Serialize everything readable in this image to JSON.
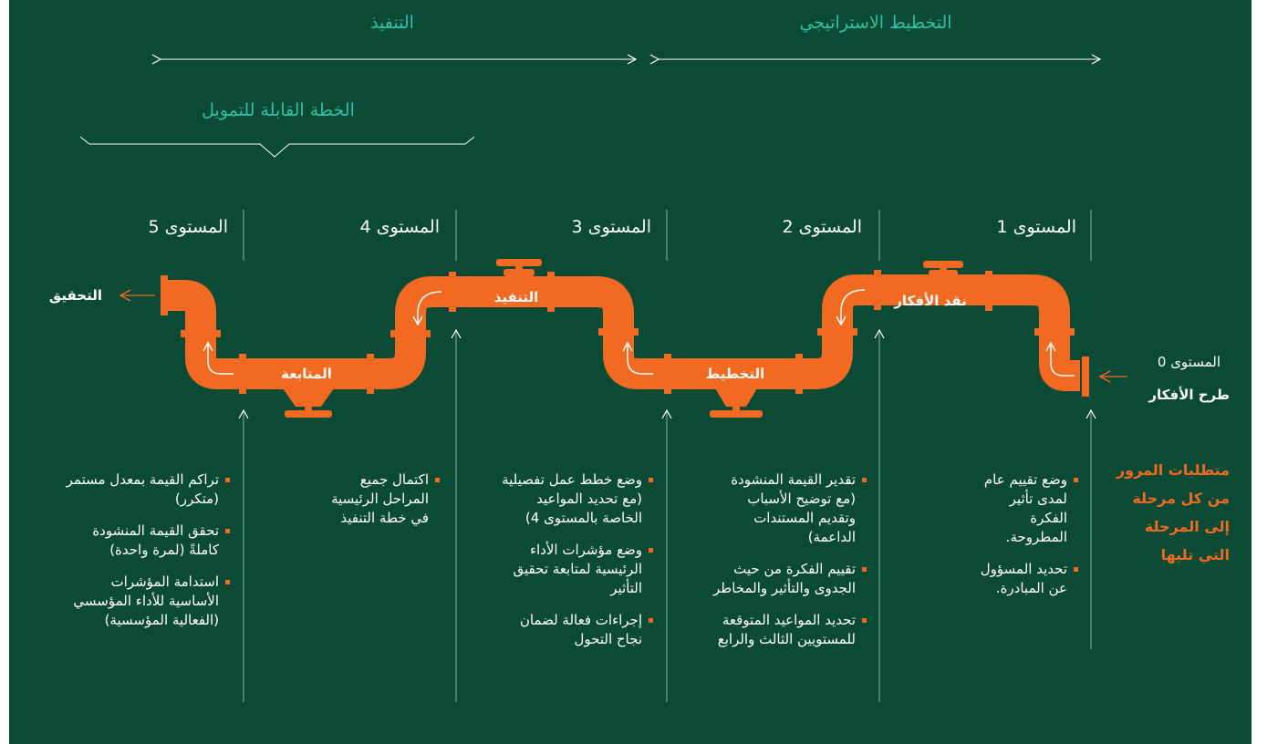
{
  "phases": {
    "execution": "التنفيذ",
    "strategic_planning": "التخطيط الاستراتيجي",
    "fundable_plan": "الخطة القابلة للتمويل"
  },
  "levels": [
    "المستوى 1",
    "المستوى 2",
    "المستوى 3",
    "المستوى 4",
    "المستوى 5"
  ],
  "level0": {
    "label": "المستوى 0",
    "title": "طرح الأفكار"
  },
  "outcome": "التحقيق",
  "pipe_labels": {
    "idea_review": "نقد الأفكار",
    "planning": "التخطيط",
    "execution": "التنفيذ",
    "monitoring": "المتابعة"
  },
  "requirements_title": "متطلبات المرور من كل مرحلة إلى المرحلة التي تليها",
  "columns": [
    [
      "وضع تقييم عام لمدى تأثير الفكرة المطروحة.",
      "تحديد المسؤول عن المبادرة."
    ],
    [
      "تقدير القيمة المنشودة (مع توضيح الأسباب وتقديم المستندات الداعمة)",
      "تقييم الفكرة من حيث الجدوى والتأثير والمخاطر",
      "تحديد المواعيد المتوقعة للمستويين الثالث والرابع"
    ],
    [
      "وضع خطط عمل تفصيلية (مع تحديد المواعيد الخاصة بالمستوى 4)",
      "وضع مؤشرات الأداء الرئيسية لمتابعة تحقيق التأثير",
      "إجراءات فعالة لضمان نجاح التحول"
    ],
    [
      "اكتمال جميع المراحل الرئيسية في خطة التنفيذ"
    ],
    [
      "تراكم القيمة بمعدل مستمر (متكرر)",
      "تحقق القيمة المنشودة كاملةً (لمرة واحدة)",
      "استدامة المؤشرات الأساسية للأداء المؤسسي (الفعالية المؤسسية)"
    ]
  ],
  "colors": {
    "background": "#0b4a35",
    "accent": "#f26a21",
    "phase_text": "#2fc1a5",
    "text": "#ffffff"
  }
}
